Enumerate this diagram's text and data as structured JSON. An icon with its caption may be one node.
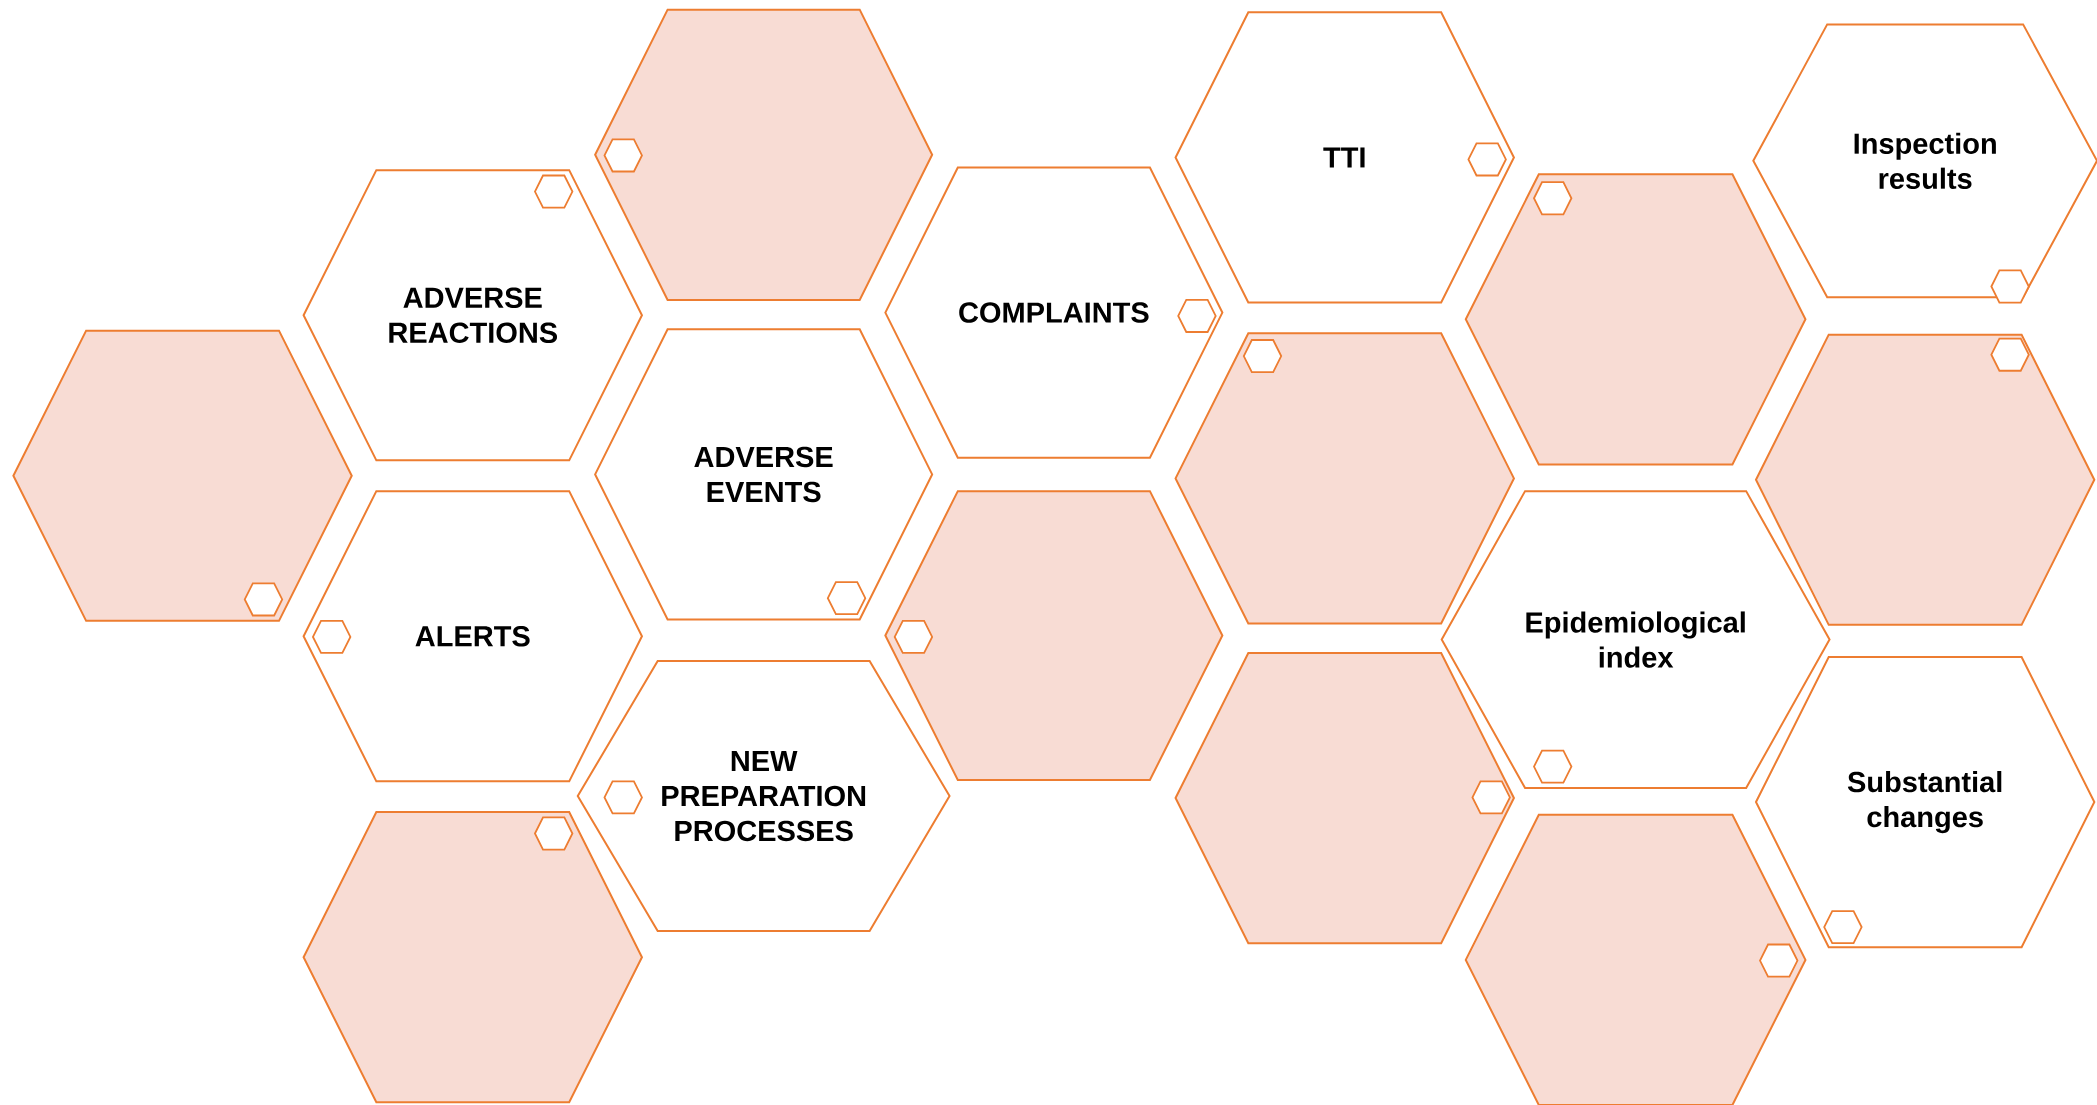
{
  "diagram": {
    "nodes": [
      {
        "text": [],
        "shape": "hexagon"
      },
      {
        "text": [
          "ADVERSE REACTIONS"
        ]
      },
      {
        "text": [
          "ALERTS"
        ]
      },
      {
        "text": [],
        "shape": "hexagon"
      },
      {
        "text": [],
        "shape": "hexagon"
      },
      {
        "text": [
          "ADVERSE EVENTS"
        ]
      },
      {
        "text": [
          "NEW PREPARATION PROCESSES"
        ]
      },
      {
        "text": [
          "COMPLAINTS"
        ]
      },
      {
        "text": [],
        "shape": "hexagon"
      },
      {
        "text": [
          "TTI"
        ]
      },
      {
        "text": [],
        "shape": "hexagon"
      },
      {
        "text": [],
        "shape": "hexagon"
      },
      {
        "text": [],
        "shape": "hexagon"
      },
      {
        "text": [
          "Epidemiological index"
        ]
      },
      {
        "text": [],
        "shape": "hexagon"
      },
      {
        "text": [
          "Inspection results"
        ]
      },
      {
        "text": [],
        "shape": "hexagon"
      },
      {
        "text": [
          "Substantial changes"
        ]
      }
    ]
  }
}
